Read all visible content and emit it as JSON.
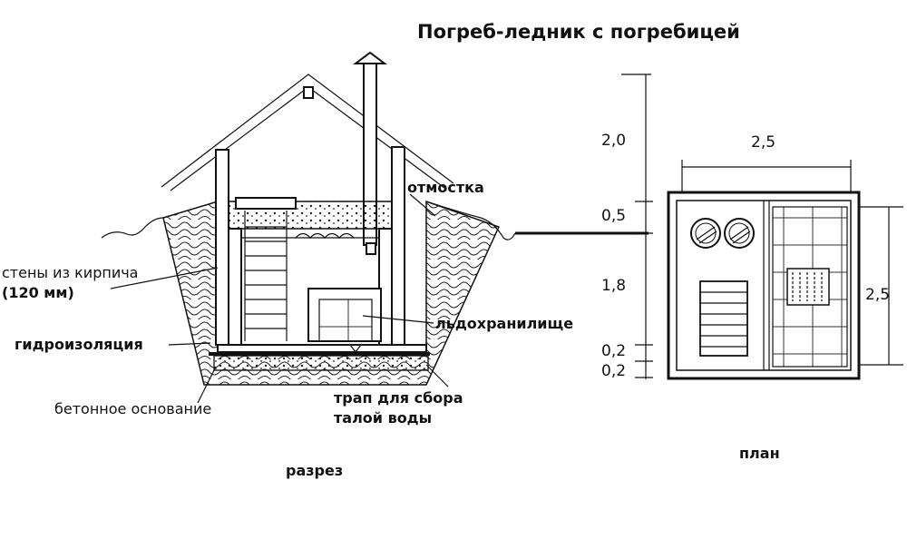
{
  "title": "Погреб-ледник с погребицей",
  "labels": {
    "otmostka": "отмостка",
    "walls_line1": "стены из кирпича",
    "walls_line2": "(120 мм)",
    "ice": "льдохранилище",
    "waterproof": "гидроизоляция",
    "base": "бетонное основание",
    "drain_line1": "трап для сбора",
    "drain_line2": "талой воды"
  },
  "dimensions": {
    "h_roof": "2,0",
    "h_slab": "0,5",
    "h_cellar": "1,8",
    "h_floor": "0,2",
    "h_base": "0,2",
    "plan_width": "2,5",
    "plan_depth": "2,5"
  },
  "captions": {
    "section": "разрез",
    "plan": "план"
  }
}
